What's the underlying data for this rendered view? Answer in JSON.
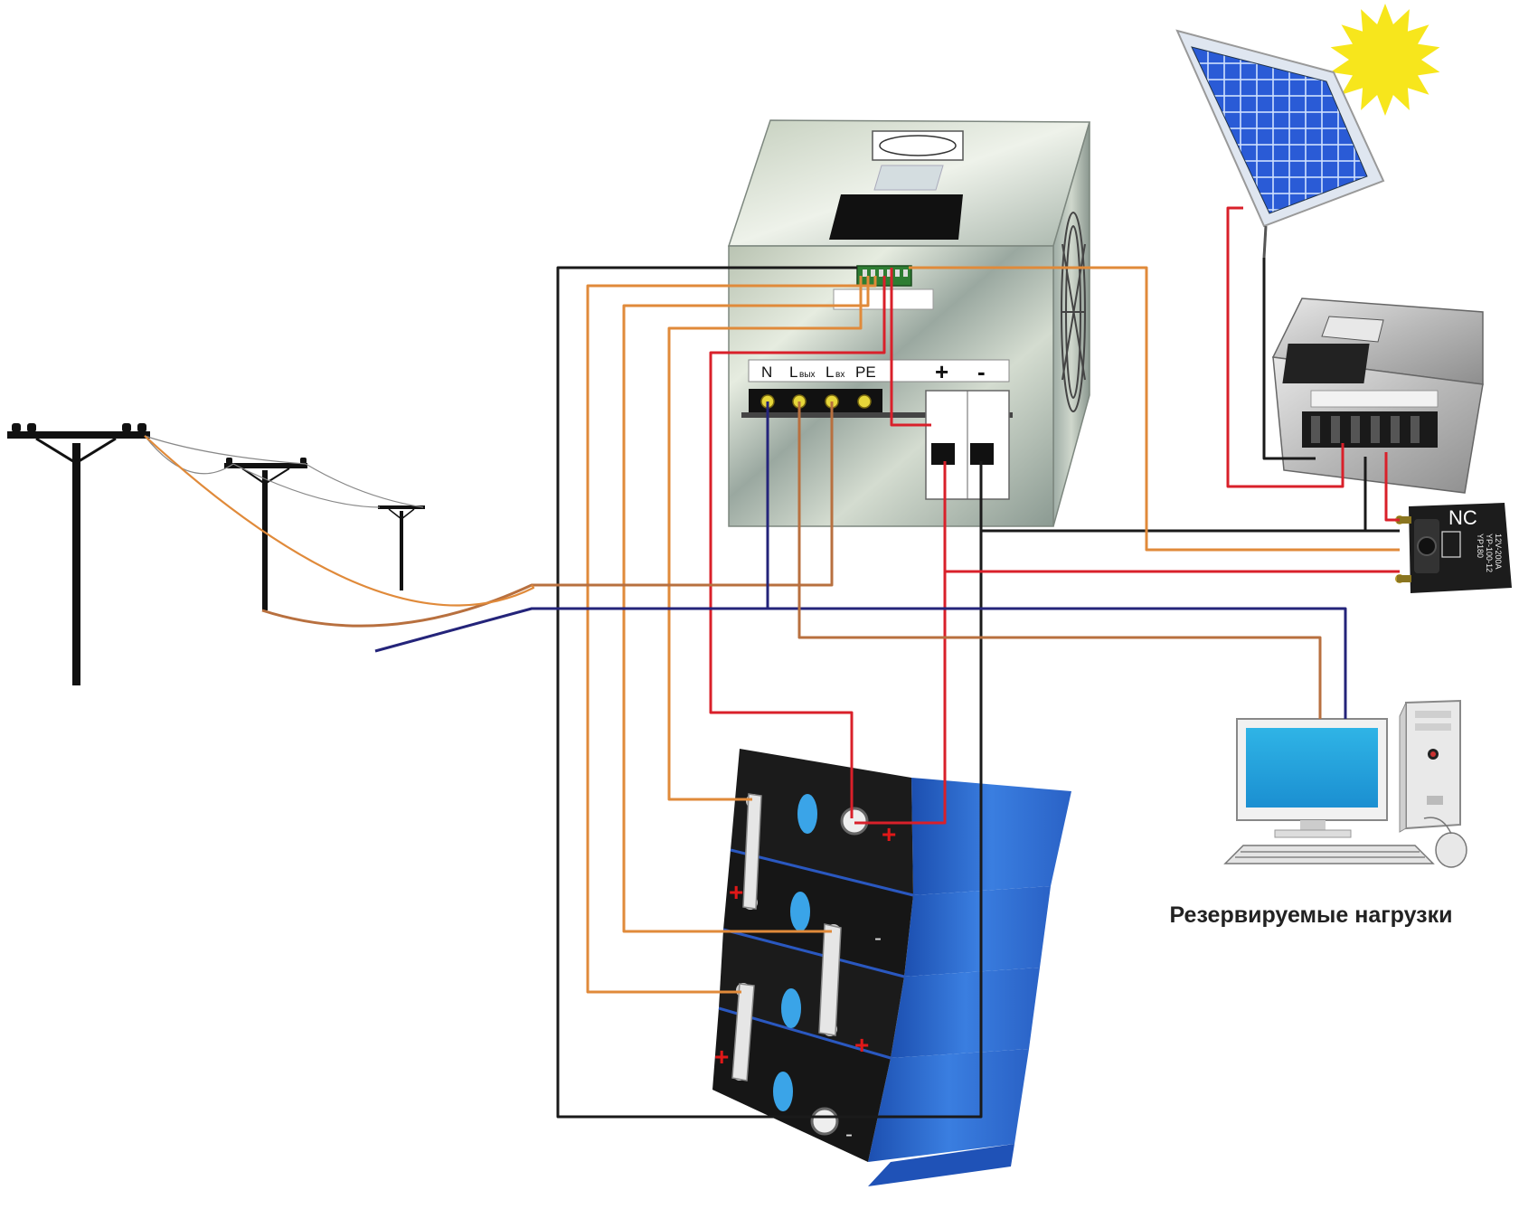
{
  "terminals": {
    "n": "N",
    "l_out_main": "L",
    "l_out_sub": "вых",
    "l_in_main": "L",
    "l_in_sub": "вх",
    "pe": "PE",
    "plus": "+",
    "minus": "-"
  },
  "relay": {
    "label": "NC",
    "model_line1": "YP180",
    "model_line2": "YP-100-12",
    "model_line3": "12V-200A"
  },
  "battery_marks": {
    "plus": "+",
    "minus": "-"
  },
  "caption": "Резервируемые нагрузки",
  "colors": {
    "black_wire": "#1a1a1a",
    "red_wire": "#d9202a",
    "orange_wire": "#e08a3a",
    "brown_wire": "#b8703f",
    "navy_wire": "#24247a",
    "battery_blue": "#2f6fd6",
    "sun": "#f7e61c"
  },
  "icons": [
    "utility-pole-icon",
    "solar-panel-icon",
    "sun-icon",
    "inverter-icon",
    "charge-controller-icon",
    "relay-icon",
    "battery-icon",
    "computer-icon"
  ]
}
